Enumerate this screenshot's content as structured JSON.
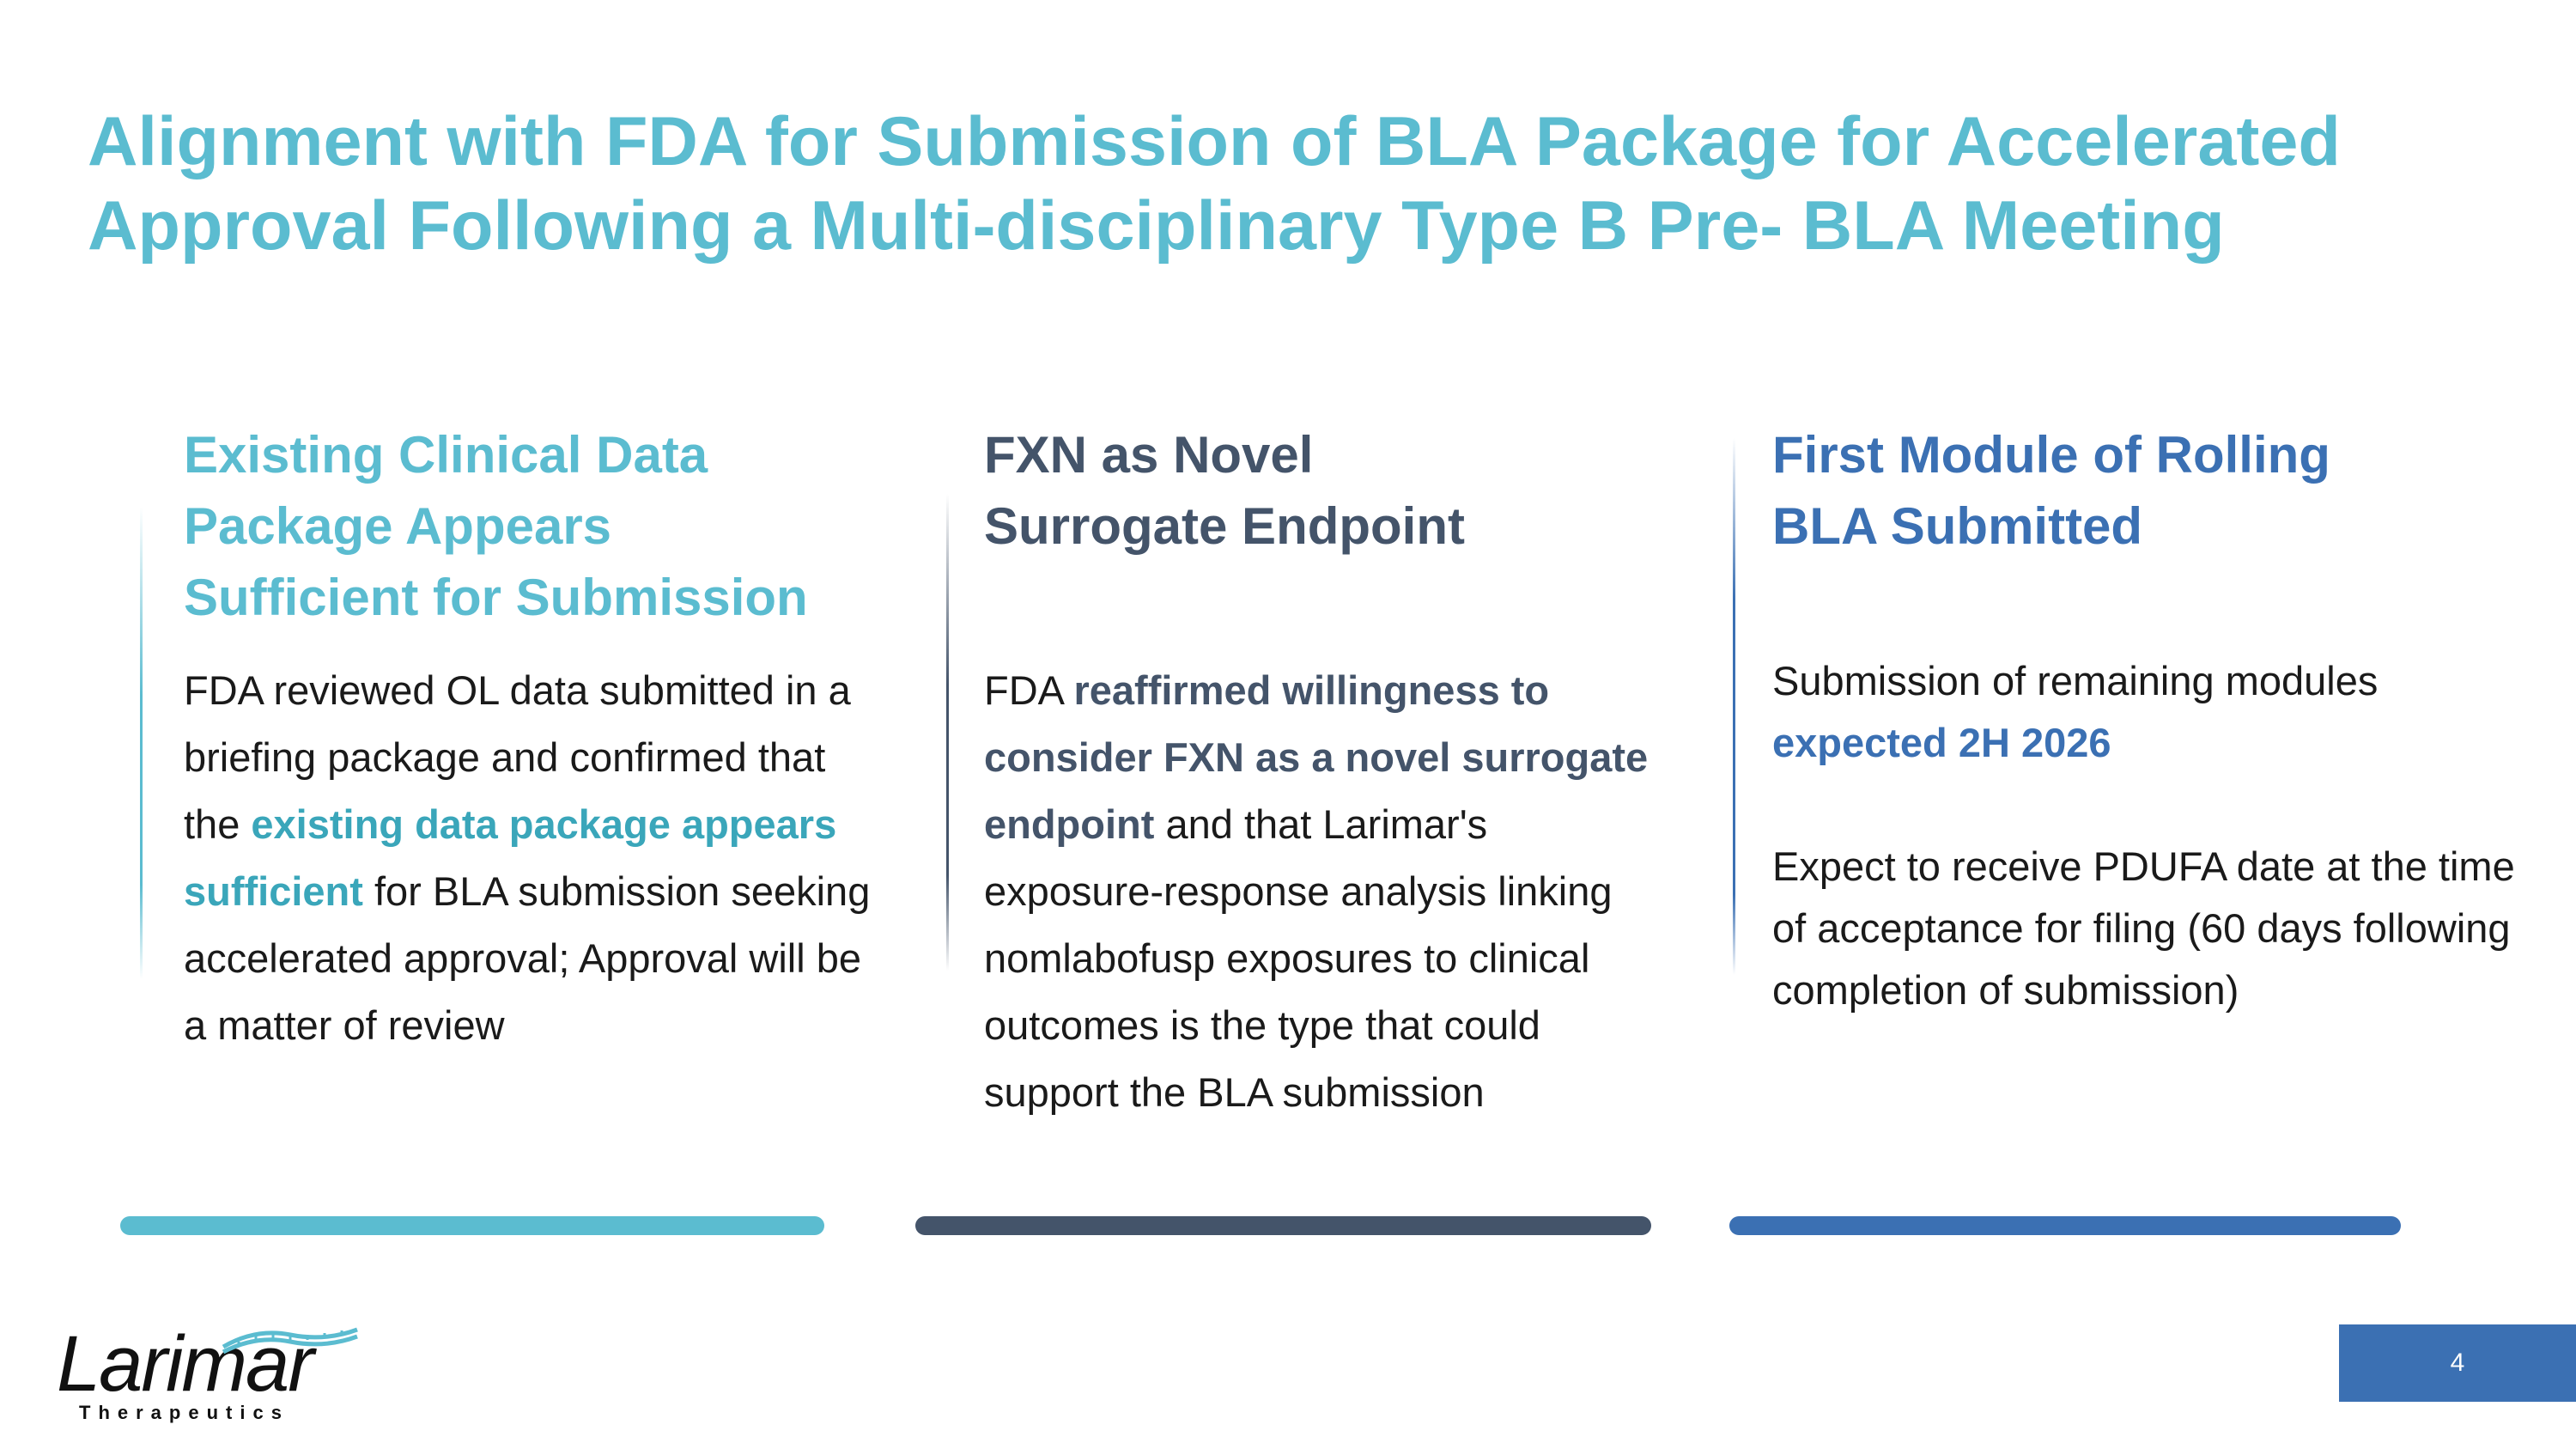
{
  "slide": {
    "title": "Alignment with FDA for Submission of BLA Package for Accelerated Approval Following a Multi-disciplinary Type B Pre- BLA Meeting",
    "page_number": "4"
  },
  "columns": [
    {
      "heading_lines": [
        "Existing Clinical Data",
        "Package Appears",
        "Sufficient for Submission"
      ],
      "body": {
        "t1": "FDA reviewed OL data submitted in a briefing package and confirmed that the ",
        "h1": "existing data package appears sufficient",
        "t2": " for BLA submission seeking accelerated approval; Approval will be a matter of review"
      }
    },
    {
      "heading_lines": [
        "FXN as Novel",
        "Surrogate Endpoint"
      ],
      "body": {
        "t1": "FDA ",
        "h1": "reaffirmed willingness to consider FXN as a novel surrogate endpoint",
        "t2": " and that Larimar's exposure-response analysis linking nomlabofusp exposures to clinical outcomes is the type that could support the BLA submission"
      }
    },
    {
      "heading_lines": [
        "First Module of Rolling",
        "BLA Submitted"
      ],
      "body": {
        "p1_text": "Submission of remaining modules ",
        "p1_highlight": "expected 2H 2026",
        "p2_text": "Expect to receive PDUFA date at the time of acceptance for filing (60 days following completion of submission)"
      }
    }
  ],
  "logo": {
    "wordmark": "Larimar",
    "tagline": "Therapeutics"
  },
  "colors": {
    "accent_teal": "#5bbcd0",
    "accent_slate": "#44546a",
    "accent_blue": "#3b70b3"
  }
}
